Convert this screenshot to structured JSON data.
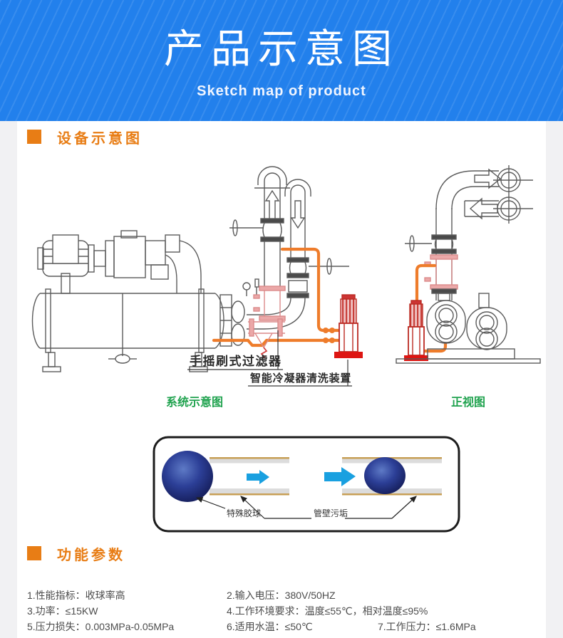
{
  "banner": {
    "title": "产品示意图",
    "subtitle": "Sketch map of product",
    "bg_color": "#2280ec"
  },
  "sections": {
    "device_heading": "设备示意图",
    "params_heading": "功能参数"
  },
  "diagram": {
    "labels": {
      "filter": "手摇刷式过滤器",
      "cleaner": "智能冷凝器清洗装置",
      "system_view": "系统示意图",
      "front_view": "正视图",
      "ball": "特殊胶球",
      "fouling": "管壁污垢"
    },
    "colors": {
      "accent_orange": "#e87d15",
      "pipe_orange": "#ee7c2b",
      "highlight_pink": "#dc8a8a",
      "device_red": "#d42318",
      "label_green": "#1fa24e",
      "arrow_blue": "#19a0e0",
      "line_gray": "#5b5b5b"
    }
  },
  "params": {
    "items": [
      "1.性能指标：收球率高",
      "2.输入电压：380V/50HZ",
      "3.功率：≤15KW",
      "4.工作环境要求：温度≤55℃，相对温度≤95%",
      "5.压力损失：0.003MPa-0.05MPa",
      "6.适用水温：≤50℃",
      "7.工作压力：≤1.6MPa"
    ]
  }
}
